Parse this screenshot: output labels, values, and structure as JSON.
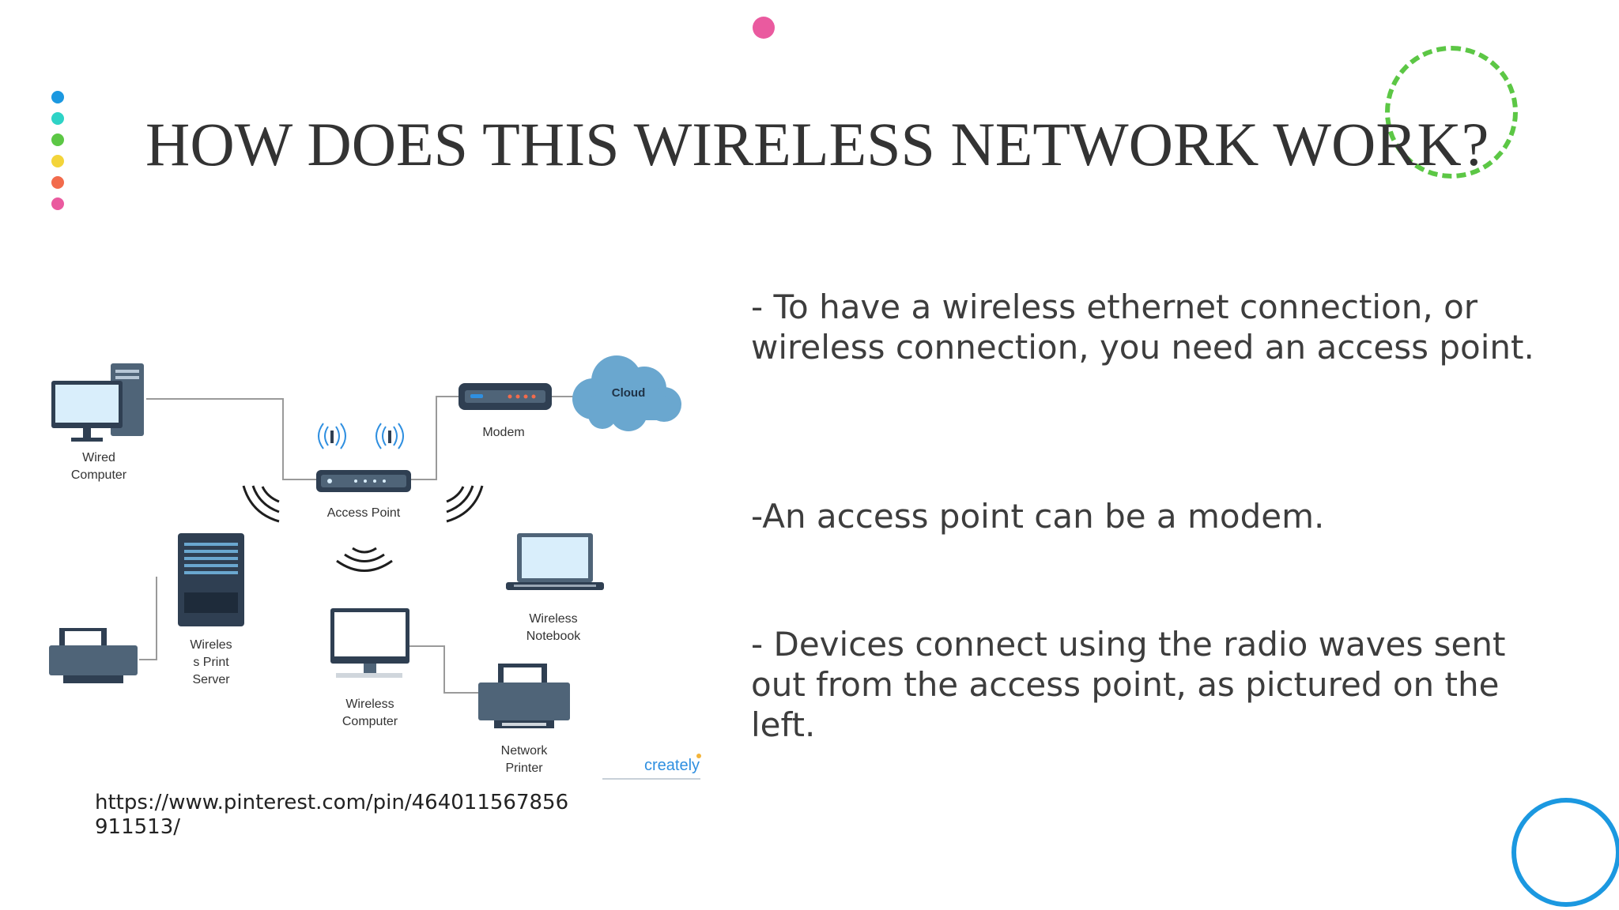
{
  "slide": {
    "title": "HOW DOES THIS WIRELESS NETWORK WORK?",
    "bullets": [
      "- To have a wireless ethernet connection, or wireless connection, you need an access point.",
      "-An access point can be a modem.",
      "- Devices connect using the radio waves sent out from the access point, as pictured on the left."
    ],
    "source_url": "https://www.pinterest.com/pin/464011567856911513/"
  },
  "diagram": {
    "labels": {
      "wired_computer_1": "Wired",
      "wired_computer_2": "Computer",
      "modem": "Modem",
      "cloud": "Cloud",
      "access_point": "Access Point",
      "print_server_1": "Wireles",
      "print_server_2": "s Print",
      "print_server_3": "Server",
      "wireless_computer_1": "Wireless",
      "wireless_computer_2": "Computer",
      "wireless_notebook_1": "Wireless",
      "wireless_notebook_2": "Notebook",
      "network_printer_1": "Network",
      "network_printer_2": "Printer",
      "brand": "creately"
    }
  },
  "decor": {
    "dot_colors": [
      "#1b98e0",
      "#2ed3c6",
      "#5cc745",
      "#f3d43a",
      "#f26b4c",
      "#ea5a9f"
    ],
    "top_dot_color": "#ea5a9f",
    "ring_green": "#5cc745",
    "ring_blue": "#1b98e0"
  }
}
